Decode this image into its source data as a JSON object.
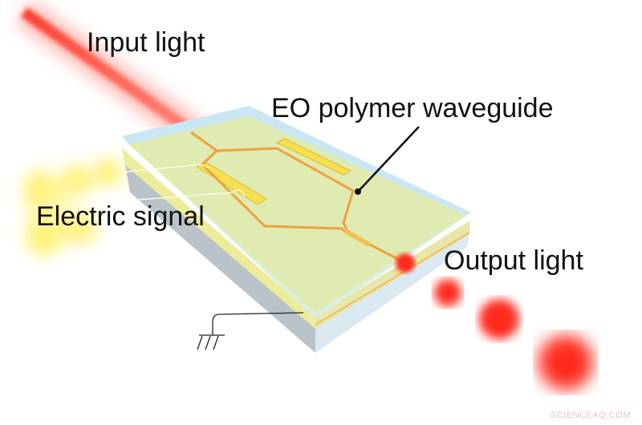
{
  "labels": {
    "input_light": "Input light",
    "eo_polymer_waveguide": "EO polymer waveguide",
    "electric_signal": "Electric signal",
    "output_light": "Output light"
  },
  "watermark": "SCIENCEAQ.COM",
  "colors": {
    "laser": "#ff2a1a",
    "cladding": "#cfe9f5",
    "polymer": "#e6efb0",
    "substrate": "#c5d0d6",
    "waveguide": "#f0a040",
    "electrode": "#f5e050",
    "signal_glow": "#fff27a"
  }
}
